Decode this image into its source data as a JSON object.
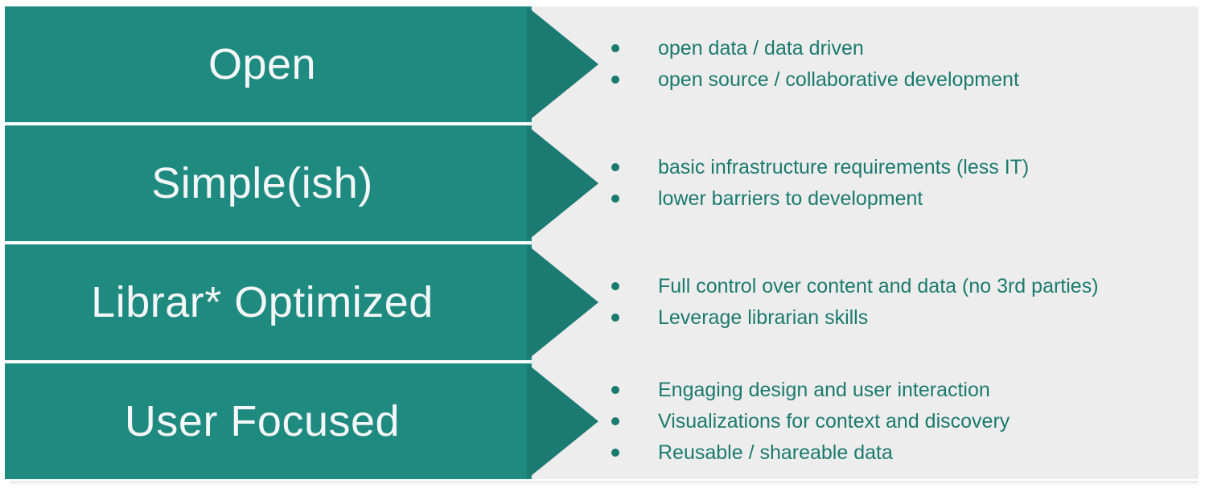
{
  "theme": {
    "arrow_body_color": "#1f8a80",
    "arrow_head_color": "#1b7a71",
    "label_color": "#f4f7f7",
    "panel_background": "#ededed",
    "bullet_color": "#1b7a6e",
    "page_background": "#ffffff"
  },
  "rows": [
    {
      "label": "Open",
      "bullets": [
        "open data / data driven",
        "open source / collaborative development"
      ]
    },
    {
      "label": "Simple(ish)",
      "bullets": [
        "basic infrastructure requirements (less IT)",
        "lower barriers to development"
      ]
    },
    {
      "label": "Librar* Optimized",
      "bullets": [
        "Full control over content and data (no 3rd parties)",
        "Leverage librarian skills"
      ]
    },
    {
      "label": "User Focused",
      "bullets": [
        "Engaging design and user interaction",
        "Visualizations for context and discovery",
        "Reusable / shareable data"
      ]
    }
  ]
}
